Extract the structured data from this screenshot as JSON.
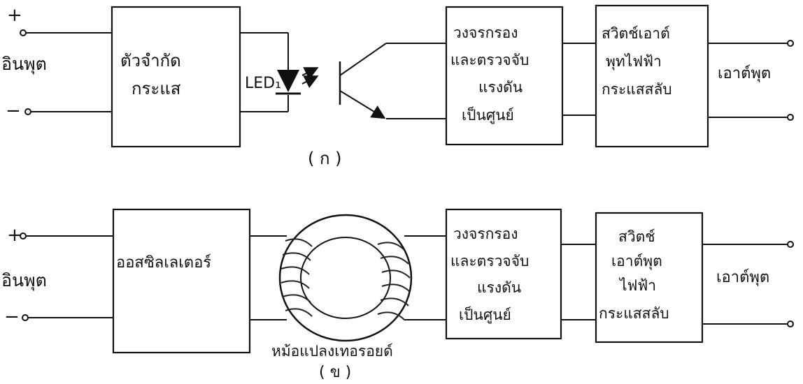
{
  "diagram_a": {
    "input_label": "อินพุต",
    "plus": "+",
    "minus": "−",
    "block_current_limiter": [
      "ตัวจำกัด",
      "กระแส"
    ],
    "led_label": "LED₁",
    "block_zero_detect": [
      "วงจรกรอง",
      "และตรวจจับ",
      "แรงดัน",
      "เป็นศูนย์"
    ],
    "block_ac_switch": [
      "สวิตช์เอาต์",
      "พุทไฟฟ้า",
      "กระแสสลับ"
    ],
    "output_label": "เอาต์พุต",
    "caption": "( ก )"
  },
  "diagram_b": {
    "input_label": "อินพุต",
    "plus": "+",
    "minus": "−",
    "block_oscillator": "ออสซิลเลเตอร์",
    "transformer_label": "หม้อแปลงเทอรอยด์",
    "block_zero_detect": [
      "วงจรกรอง",
      "และตรวจจับ",
      "แรงดัน",
      "เป็นศูนย์"
    ],
    "block_ac_switch": [
      "สวิตช์",
      "เอาต์พุต",
      "ไฟฟ้า",
      "กระแสสลับ"
    ],
    "output_label": "เอาต์พุต",
    "caption": "( ข )"
  }
}
